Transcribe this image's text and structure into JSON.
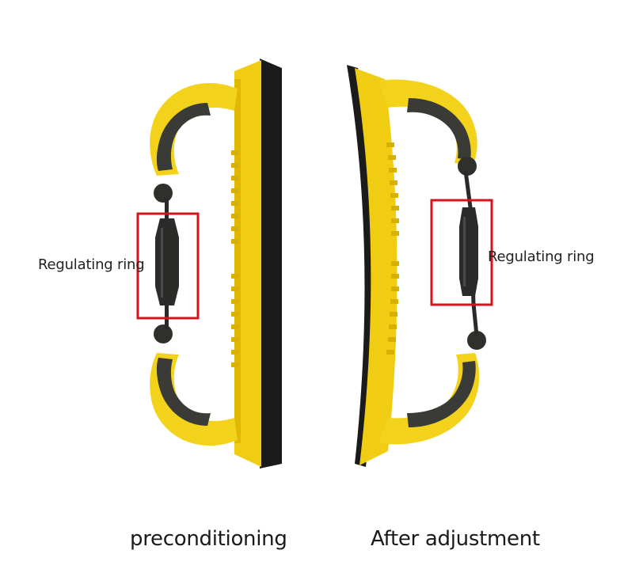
{
  "left_panel": {
    "callout": "Regulating ring",
    "caption": "preconditioning"
  },
  "right_panel": {
    "callout": "Regulating ring",
    "caption": "After adjustment"
  },
  "colors": {
    "handle_yellow": "#f2d21a",
    "grip_dark": "#3a3a36",
    "pad_black": "#1b1b1b",
    "highlight_box": "#d4141c"
  }
}
